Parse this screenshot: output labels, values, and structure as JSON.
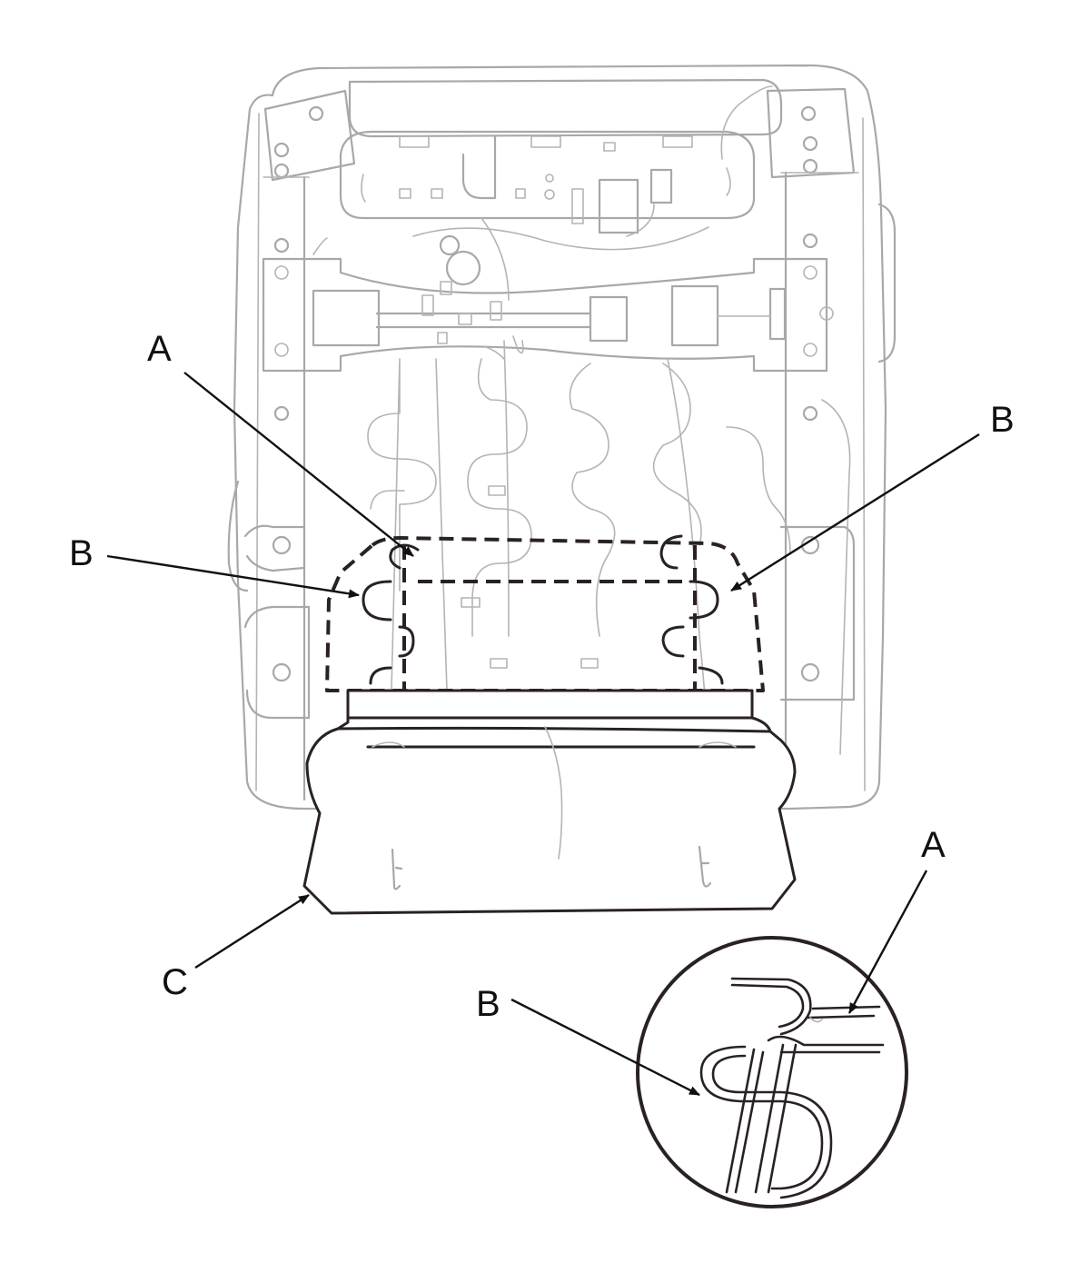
{
  "callouts": {
    "a_upper": "A",
    "b_left": "B",
    "b_right": "B",
    "c_pad": "C",
    "a_detail": "A",
    "b_detail": "B"
  },
  "colors": {
    "frame_line": "#a8a8a8",
    "component_line": "#2a2222",
    "background": "#ffffff"
  }
}
